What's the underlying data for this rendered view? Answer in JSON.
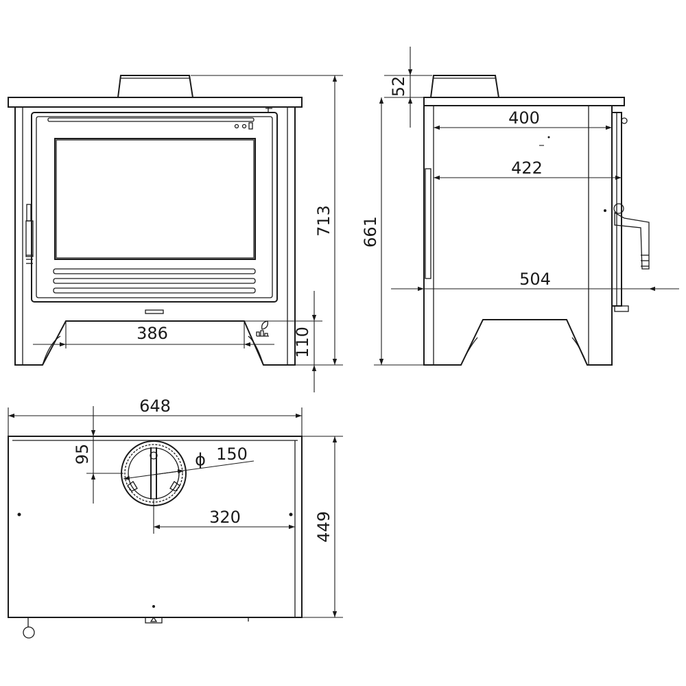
{
  "dimensions": {
    "front_leg_span": "386",
    "front_leg_height": "110",
    "front_total_height": "713",
    "side_flue_height": "52",
    "side_body_height": "661",
    "side_depth_upper": "400",
    "side_depth_middle": "422",
    "side_depth_total": "504",
    "top_width": "648",
    "top_flue_offset": "95",
    "top_flue_diameter": "150",
    "top_flue_to_edge": "320",
    "top_depth": "449"
  },
  "symbols": {
    "diameter": "ϕ"
  },
  "icon_names": [
    "diameter-symbol-icon",
    "eco-leaf-icon"
  ]
}
